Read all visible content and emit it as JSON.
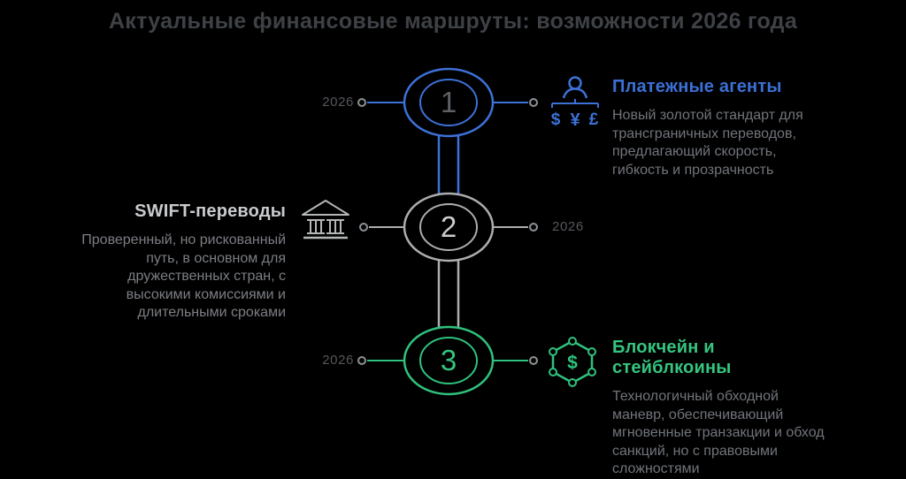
{
  "title": "Актуальные финансовые маршруты: возможности 2026 года",
  "nodes": [
    {
      "number": "1",
      "year": "2026",
      "accent": "#3d71d8",
      "icon": "payment-agents-icon",
      "currencies": [
        "$",
        "¥",
        "£"
      ],
      "heading": "Платежные агенты",
      "description": "Новый золотой стандарт для\nтрансграничных переводов,\nпредлагающий скорость,\nгибкость и прозрачность"
    },
    {
      "number": "2",
      "year": "2026",
      "accent": "#abadaf",
      "icon": "bank-icon",
      "heading": "SWIFT-переводы",
      "description": "Проверенный, но рискованный\nпуть, в основном для\nдружественных стран, с\nвысокими комиссиями и\nдлительными сроками"
    },
    {
      "number": "3",
      "year": "2026",
      "accent": "#2fc27d",
      "icon": "blockchain-icon",
      "coin_symbol": "$",
      "heading": "Блокчейн и\nстейблкоины",
      "description": "Технологичный обходной\nманевр, обеспечивающий\nмгновенные транзакции и обход\nсанкций, но с правовыми\nсложностями"
    }
  ]
}
